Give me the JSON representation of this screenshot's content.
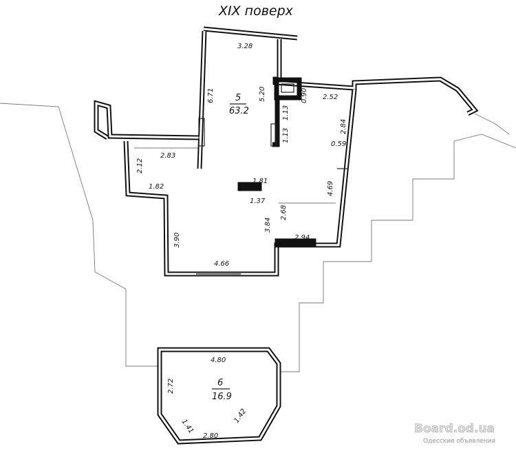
{
  "title": "XIX поверх",
  "rooms": [
    {
      "number": "5",
      "area": "63.2"
    },
    {
      "number": "6",
      "area": "16.9"
    }
  ],
  "dimensions": {
    "d328": "3.28",
    "d671": "6.71",
    "d520": "5.20",
    "d090": "0.90",
    "d252": "2.52",
    "d113a": "1.13",
    "d113b": "1.13",
    "d284": "2.84",
    "d059": "0.59",
    "d283": "2.83",
    "d212": "2.12",
    "d182": "1.82",
    "d181": "1.81",
    "d137": "1.37",
    "d469": "4.69",
    "d268": "2.68",
    "d384": "3.84",
    "d390": "3.90",
    "d294": "2.94",
    "d466": "4.66",
    "d480": "4.80",
    "d272": "2.72",
    "d141": "1.41",
    "d280": "2.80",
    "d142": "1.42"
  },
  "watermark": {
    "site": "Board.od.ua",
    "tagline": "Одесские объявления"
  }
}
